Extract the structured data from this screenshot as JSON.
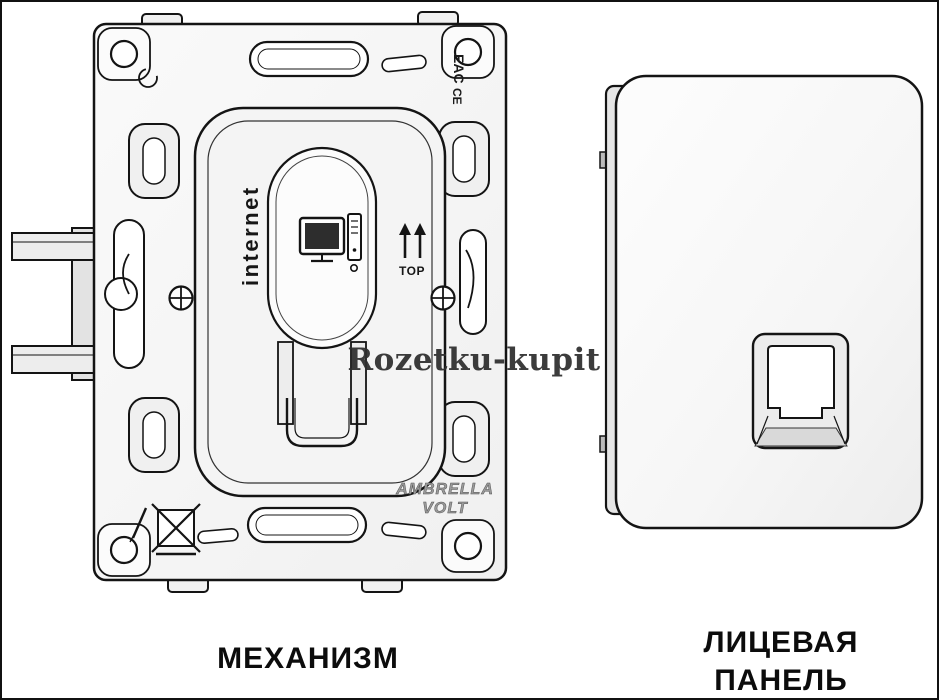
{
  "image": {
    "watermark": "Rozetku-kupit",
    "captions": {
      "mechanism": "МЕХАНИЗМ",
      "faceplate_line1": "ЛИЦЕВАЯ",
      "faceplate_line2": "ПАНЕЛЬ"
    },
    "mechanism": {
      "port_label": "internet",
      "orientation_label": "TOP",
      "brand_line1": "AMBRELLA",
      "brand_line2": "VOLT",
      "cert_mark_eac": "EAC",
      "cert_mark_ce": "CE"
    }
  }
}
